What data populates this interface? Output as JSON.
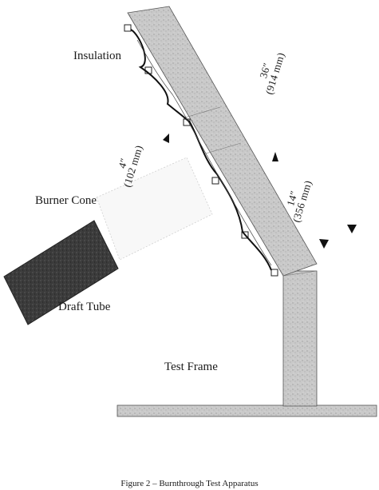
{
  "diagram": {
    "labels": {
      "insulation": "Insulation",
      "burner_cone": "Burner Cone",
      "draft_tube": "Draft Tube",
      "test_frame": "Test Frame"
    },
    "dimensions": {
      "panel_length": "36″\n(914 mm)",
      "offset_length": "14″\n(356 mm)",
      "burner_distance": "4″\n(102 mm)"
    },
    "caption": "Figure 2 – Burnthrough Test Apparatus"
  }
}
